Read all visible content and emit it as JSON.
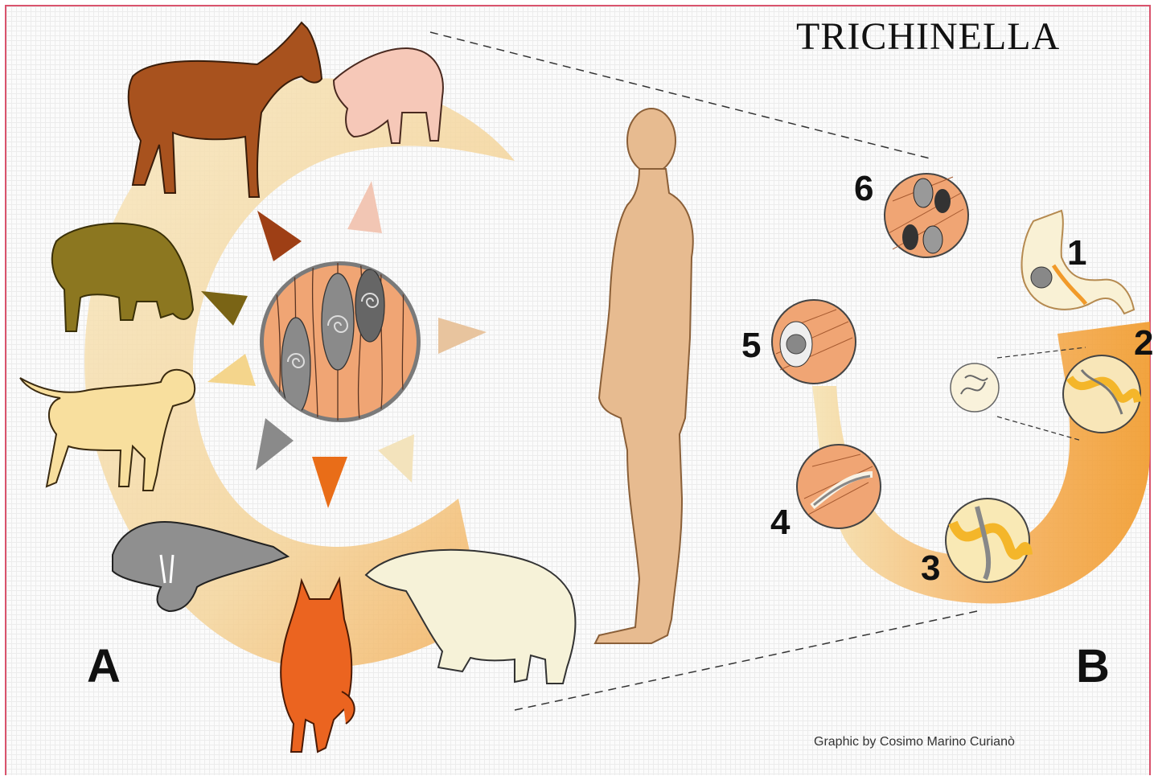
{
  "title": "TRICHINELLA",
  "panel_a": {
    "label": "A"
  },
  "panel_b": {
    "label": "B"
  },
  "stages": [
    "1",
    "2",
    "3",
    "4",
    "5",
    "6"
  ],
  "credit": "Graphic by Cosimo Marino Curianò",
  "hosts": [
    "horse",
    "pig",
    "wild-boar",
    "dog",
    "walrus",
    "fox",
    "polar-bear",
    "human"
  ],
  "colors": {
    "border": "#d9536d",
    "ring_light": "#f3dca8",
    "ring_dark": "#f19a2a",
    "muscle": "#f0a574",
    "skin": "#e7bb90"
  }
}
